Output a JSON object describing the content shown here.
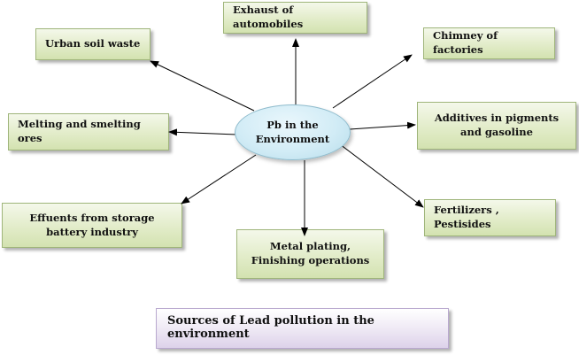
{
  "center": {
    "label": "Pb in the Environment"
  },
  "sources": [
    {
      "id": "exhaust",
      "label": "Exhaust of automobiles"
    },
    {
      "id": "urban",
      "label": "Urban soil waste"
    },
    {
      "id": "chimney",
      "label": "Chimney of factories"
    },
    {
      "id": "melting",
      "label": "Melting and smelting ores"
    },
    {
      "id": "additives",
      "label": "Additives in pigments and gasoline"
    },
    {
      "id": "effluents",
      "label": "Effuents from storage battery industry"
    },
    {
      "id": "fertilizers",
      "label": "Fertilizers , Pestisides"
    },
    {
      "id": "metal",
      "label": "Metal plating, Finishing operations"
    }
  ],
  "caption": "Sources of Lead pollution in the environment",
  "colors": {
    "box_fill": "#e2ecc9",
    "box_border": "#9fb57a",
    "center_fill": "#d2ecf6",
    "caption_fill": "#ece6f3",
    "arrow": "#000000"
  }
}
